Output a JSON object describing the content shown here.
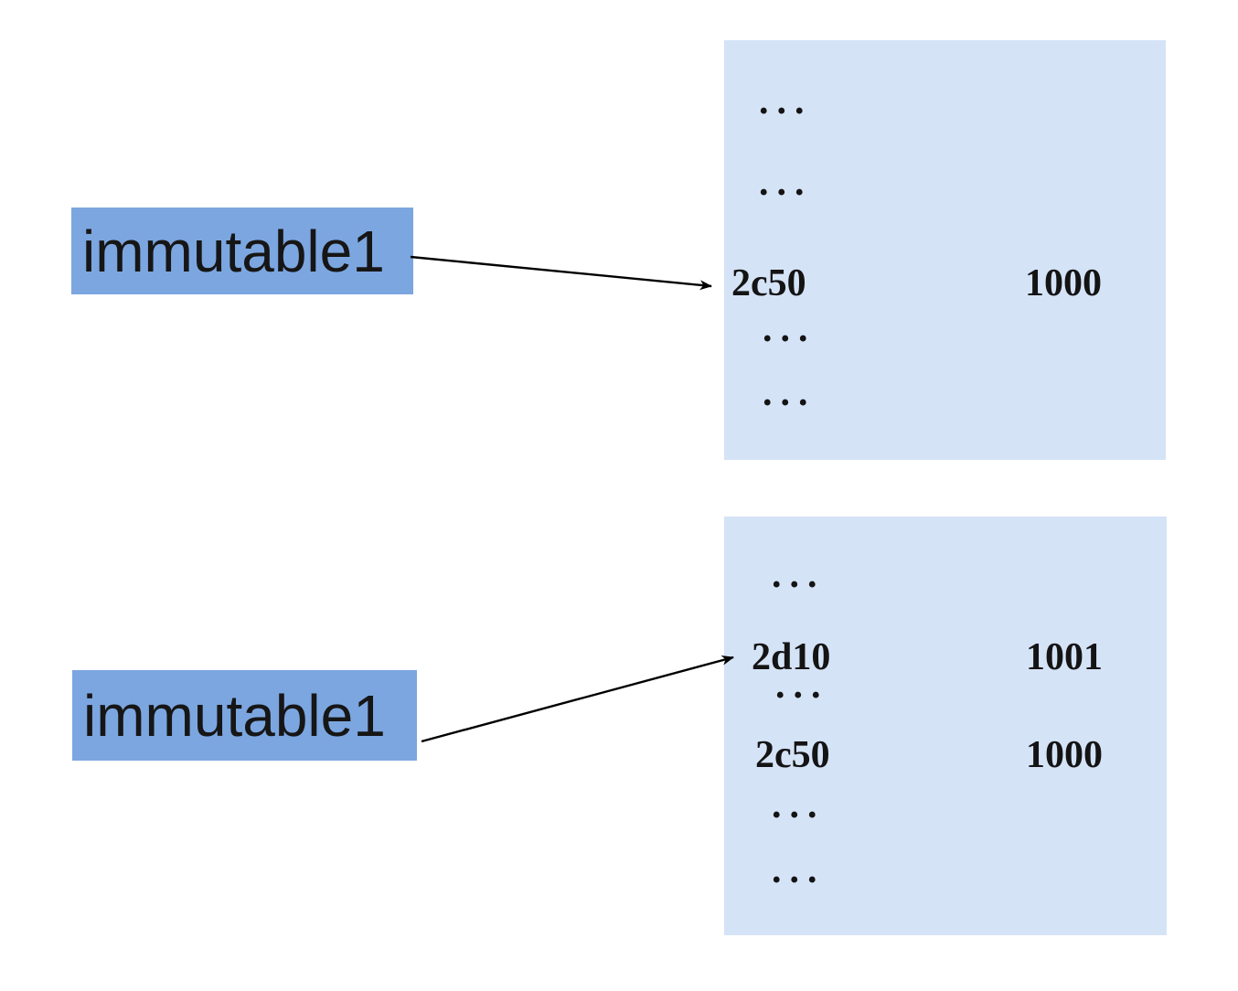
{
  "colors": {
    "label_background": "#7CA6E0",
    "memory_box_background": "#D5E3F7",
    "arrow": "#000000",
    "text": "#141414"
  },
  "panels": [
    {
      "variable": "immutable1",
      "arrow_target_address": "2c50",
      "memory_rows": [
        {
          "address": "...",
          "value": ""
        },
        {
          "address": "...",
          "value": ""
        },
        {
          "address": "2c50",
          "value": "1000"
        },
        {
          "address": "...",
          "value": ""
        },
        {
          "address": "...",
          "value": ""
        }
      ]
    },
    {
      "variable": "immutable1",
      "arrow_target_address": "2d10",
      "memory_rows": [
        {
          "address": "...",
          "value": ""
        },
        {
          "address": "2d10",
          "value": "1001"
        },
        {
          "address": "...",
          "value": ""
        },
        {
          "address": "2c50",
          "value": "1000"
        },
        {
          "address": "...",
          "value": ""
        },
        {
          "address": "...",
          "value": ""
        }
      ]
    }
  ]
}
